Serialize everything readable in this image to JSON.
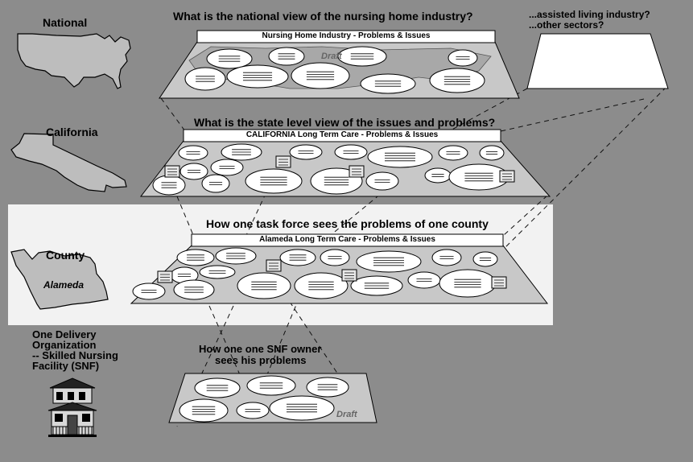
{
  "questions": {
    "national": "What is the national view of the nursing home industry?",
    "state": "What is the state level view of the issues and problems?",
    "county": "How one task force sees the problems of one county",
    "snf_line1": "How one one SNF owner",
    "snf_line2": "sees his problems"
  },
  "other_sectors": {
    "line1": "...assisted living industry?",
    "line2": "...other sectors?"
  },
  "levels": {
    "national": {
      "label": "National",
      "sheet_title": "Nursing Home Industry - Problems & Issues",
      "watermark": "Draft",
      "icon": "usa-map-icon"
    },
    "california": {
      "label": "California",
      "sheet_title": "CALIFORNIA  Long Term Care - Problems & Issues",
      "icon": "california-map-icon"
    },
    "county": {
      "label": "County",
      "sublabel": "Alameda",
      "sheet_title": "Alameda Long Term Care - Problems & Issues",
      "icon": "county-map-icon"
    },
    "snf": {
      "label_lines": [
        "One Delivery",
        "Organization",
        "-- Skilled Nursing",
        "Facility (SNF)"
      ],
      "watermark": "Draft",
      "icon": "nursing-home-building-icon"
    }
  },
  "colors": {
    "background": "#8c8c8c",
    "highlight_band": "#f2f2f2",
    "sheet_fill": "#c8c8c8",
    "blob_fill": "#ffffff",
    "map_fill": "#bdbdbd"
  }
}
